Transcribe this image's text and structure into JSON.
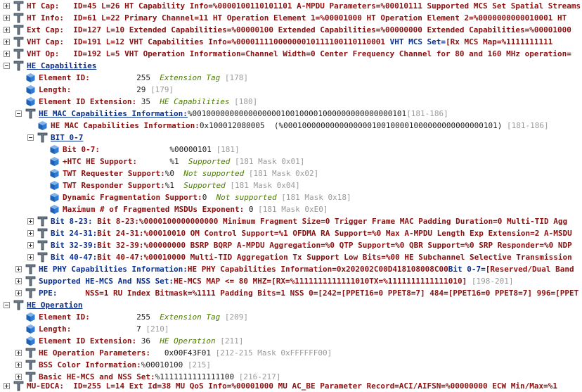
{
  "rows": [
    {
      "expander": "plus",
      "icon": "fork-icon",
      "cls": "",
      "parts": [
        [
          "name",
          "HT Cap:"
        ],
        [
          "eq",
          "   ID=45 L=26 HT Capability Info=%0000100110101101 A-MPDU Parameters=%00010111 Supported MCS Set Spatial Streams"
        ]
      ]
    },
    {
      "expander": "plus",
      "icon": "fork-icon",
      "cls": "",
      "parts": [
        [
          "name",
          "HT Info:"
        ],
        [
          "eq",
          "  ID=61 L=22 Primary Channel=11 HT Operation Element 1=%00001000 HT Operation Element 2=%0000000000010001 HT"
        ]
      ]
    },
    {
      "expander": "plus",
      "icon": "fork-icon",
      "cls": "",
      "parts": [
        [
          "name",
          "Ext Cap:"
        ],
        [
          "eq",
          "  ID=127 L=10 Extended Capabilities=%00000100 Extended Capabilities=%00000000 Extended Capabilities=%00001000"
        ]
      ]
    },
    {
      "expander": "plus",
      "icon": "fork-icon",
      "cls": "",
      "parts": [
        [
          "name",
          "VHT Cap:"
        ],
        [
          "eq",
          "  ID=191 L=12 VHT Capabilities Info=%00001111000000010111100110110001 "
        ],
        [
          "cap",
          "VHT MCS Set="
        ],
        [
          "eq",
          "[Rx MCS Map=%1111111111"
        ]
      ]
    },
    {
      "expander": "plus",
      "icon": "fork-icon",
      "cls": "",
      "parts": [
        [
          "name",
          "VHT Op:"
        ],
        [
          "eq",
          "   ID=192 L=5 VHT Operation Information=Channel Width=0 Center Frequency Channel for 80 and 160 MHz operation="
        ]
      ]
    },
    {
      "expander": "minus",
      "icon": "fork-icon",
      "cls": "",
      "parts": [
        [
          "hdr",
          "HE Capabilities"
        ]
      ]
    },
    {
      "expander": "",
      "icon": "cube-icon",
      "cls": "",
      "parts": [
        [
          "name",
          "Element ID:"
        ],
        [
          "val",
          "          255  "
        ],
        [
          "tag",
          "Extension Tag"
        ],
        [
          "rng",
          " [178]"
        ]
      ]
    },
    {
      "expander": "",
      "icon": "cube-icon",
      "cls": "",
      "parts": [
        [
          "name",
          "Length:"
        ],
        [
          "val",
          "              29 "
        ],
        [
          "rng",
          "[179]"
        ]
      ]
    },
    {
      "expander": "",
      "icon": "cube-icon",
      "cls": "",
      "parts": [
        [
          "name",
          "Element ID Extension:"
        ],
        [
          "val",
          " 35  "
        ],
        [
          "tag",
          "HE Capabilities"
        ],
        [
          "rng",
          " [180]"
        ]
      ]
    },
    {
      "expander": "minus",
      "icon": "fork-icon",
      "cls": "",
      "parts": [
        [
          "hdr",
          "HE MAC Capabilities Information:"
        ],
        [
          "val",
          "%0010000000000000000100100001000000000000000101"
        ],
        [
          "rng",
          "[181-186]"
        ]
      ]
    },
    {
      "expander": "",
      "icon": "cube-icon",
      "cls": "",
      "parts": [
        [
          "name",
          "HE MAC Capabilities Information:"
        ],
        [
          "val",
          "0x100012080005  (%0001000000000000000100100001000000000000000101) "
        ],
        [
          "rng",
          "[181-186]"
        ]
      ]
    },
    {
      "expander": "minus",
      "icon": "fork-icon",
      "cls": "",
      "parts": [
        [
          "hdr",
          "BIT 0-7"
        ]
      ]
    },
    {
      "expander": "",
      "icon": "cube-icon",
      "cls": "",
      "parts": [
        [
          "name",
          "Bit 0-7:"
        ],
        [
          "val",
          "               %00000101 "
        ],
        [
          "rng",
          "[181]"
        ]
      ]
    },
    {
      "expander": "",
      "icon": "cube-icon",
      "cls": "",
      "parts": [
        [
          "name",
          "+HTC HE Support:"
        ],
        [
          "val",
          "       %1  "
        ],
        [
          "tag",
          "Supported"
        ],
        [
          "rng",
          " [181 Mask 0x01]"
        ]
      ]
    },
    {
      "expander": "",
      "icon": "cube-icon",
      "cls": "",
      "parts": [
        [
          "name",
          "TWT Requester Support:"
        ],
        [
          "val",
          "%0  "
        ],
        [
          "tag",
          "Not supported"
        ],
        [
          "rng",
          " [181 Mask 0x02]"
        ]
      ]
    },
    {
      "expander": "",
      "icon": "cube-icon",
      "cls": "",
      "parts": [
        [
          "name",
          "TWT Responder Support:"
        ],
        [
          "val",
          "%1  "
        ],
        [
          "tag",
          "Supported"
        ],
        [
          "rng",
          " [181 Mask 0x04]"
        ]
      ]
    },
    {
      "expander": "",
      "icon": "cube-icon",
      "cls": "",
      "parts": [
        [
          "name",
          "Dynamic Fragmentation Support:"
        ],
        [
          "val",
          "0  "
        ],
        [
          "tag",
          "Not supported"
        ],
        [
          "rng",
          " [181 Mask 0x18]"
        ]
      ]
    },
    {
      "expander": "",
      "icon": "cube-icon",
      "cls": "",
      "parts": [
        [
          "name",
          "Maximum # of Fragmented MSDUs Exponent:"
        ],
        [
          "val",
          " 0 "
        ],
        [
          "rng",
          "[181 Mask 0xE0]"
        ]
      ]
    },
    {
      "expander": "plus",
      "icon": "fork-icon",
      "cls": "",
      "parts": [
        [
          "cap",
          "Bit 8-23:"
        ],
        [
          "eq",
          " Bit 8-23:%0000100000000000 Minimum Fragment Size=0 Trigger Frame MAC Padding Duration=0 Multi-TID Agg"
        ]
      ]
    },
    {
      "expander": "plus",
      "icon": "fork-icon",
      "cls": "",
      "parts": [
        [
          "cap",
          "Bit 24-31:"
        ],
        [
          "eq",
          "Bit 24-31:%00010010 OM Control Support=%1 OFDMA RA Support=%0 Max A-MPDU Length Exp Extension=2 A-MSDU"
        ]
      ]
    },
    {
      "expander": "plus",
      "icon": "fork-icon",
      "cls": "",
      "parts": [
        [
          "cap",
          "Bit 32-39:"
        ],
        [
          "eq",
          "Bit 32-39:%00000000 BSRP BQRP A-MPDU Aggregation=%0 QTP Support=%0 QBR Support=%0 SRP Responder=%0 NDP"
        ]
      ]
    },
    {
      "expander": "plus",
      "icon": "fork-icon",
      "cls": "",
      "parts": [
        [
          "cap",
          "Bit 40-47:"
        ],
        [
          "eq",
          "Bit 40-47:%00010000 Multi-TID Aggregation Tx Support Low Bits=%00 HE Subchannel Selective Transmission"
        ]
      ]
    },
    {
      "expander": "plus",
      "icon": "fork-icon",
      "cls": "",
      "parts": [
        [
          "cap",
          "HE PHY Capabilities Information:"
        ],
        [
          "eq",
          "HE PHY Capabilities Information=0x202002C00D418108008C00"
        ],
        [
          "cap",
          "Bit 0-7="
        ],
        [
          "eq",
          "[Reserved/Dual Band"
        ]
      ]
    },
    {
      "expander": "plus",
      "icon": "fork-icon",
      "cls": "",
      "parts": [
        [
          "cap",
          "Supported HE-MCS And NSS Set:"
        ],
        [
          "eq",
          "HE-MCS MAP <= 80 MHZ=[RX=%1111111111111010TX=%1111111111111010] "
        ],
        [
          "rng",
          "[198-201]"
        ]
      ]
    },
    {
      "expander": "plus",
      "icon": "fork-icon",
      "cls": "",
      "parts": [
        [
          "cap",
          "PPE:"
        ],
        [
          "eq",
          "      NSS=1 RU Index Bitmask=%1111 Padding Bits=1 NSS 0=[242=[PPET16=0 PPET8=7] 484=[PPET16=0 PPET8=7] 996=[PPET"
        ]
      ]
    },
    {
      "expander": "minus",
      "icon": "fork-icon",
      "cls": "",
      "parts": [
        [
          "hdr",
          "HE Operation"
        ]
      ]
    },
    {
      "expander": "",
      "icon": "cube-icon",
      "cls": "",
      "parts": [
        [
          "name",
          "Element ID:"
        ],
        [
          "val",
          "          255  "
        ],
        [
          "tag",
          "Extension Tag"
        ],
        [
          "rng",
          " [209]"
        ]
      ]
    },
    {
      "expander": "",
      "icon": "cube-icon",
      "cls": "",
      "parts": [
        [
          "name",
          "Length:"
        ],
        [
          "val",
          "              7 "
        ],
        [
          "rng",
          "[210]"
        ]
      ]
    },
    {
      "expander": "",
      "icon": "cube-icon",
      "cls": "",
      "parts": [
        [
          "name",
          "Element ID Extension:"
        ],
        [
          "val",
          " 36  "
        ],
        [
          "tag",
          "HE Operation"
        ],
        [
          "rng",
          " [211]"
        ]
      ]
    },
    {
      "expander": "plus",
      "icon": "fork-icon",
      "cls": "",
      "parts": [
        [
          "name",
          "HE Operation Parameters:"
        ],
        [
          "val",
          "   0x00F43F01 "
        ],
        [
          "rng",
          "[212-215 Mask 0xFFFFFF00]"
        ]
      ]
    },
    {
      "expander": "plus",
      "icon": "fork-icon",
      "cls": "",
      "parts": [
        [
          "name",
          "BSS Color Information:"
        ],
        [
          "val",
          "%00010100 "
        ],
        [
          "rng",
          "[215]"
        ]
      ]
    },
    {
      "expander": "plus",
      "icon": "fork-icon",
      "cls": "",
      "parts": [
        [
          "name",
          "Basic HE-MCS and NSS Set:"
        ],
        [
          "val",
          "%1111111111111100 "
        ],
        [
          "rng",
          "[216-217]"
        ]
      ]
    },
    {
      "expander": "plus",
      "icon": "fork-icon",
      "cls": "",
      "parts": [
        [
          "name",
          "MU-EDCA:"
        ],
        [
          "eq",
          "  ID=255 L=14 Ext Id=38 MU QoS Info=%00001000 MU AC_BE Parameter Record=ACI/AIFSN=%00000000 ECW Min/Max=%1"
        ]
      ]
    }
  ]
}
